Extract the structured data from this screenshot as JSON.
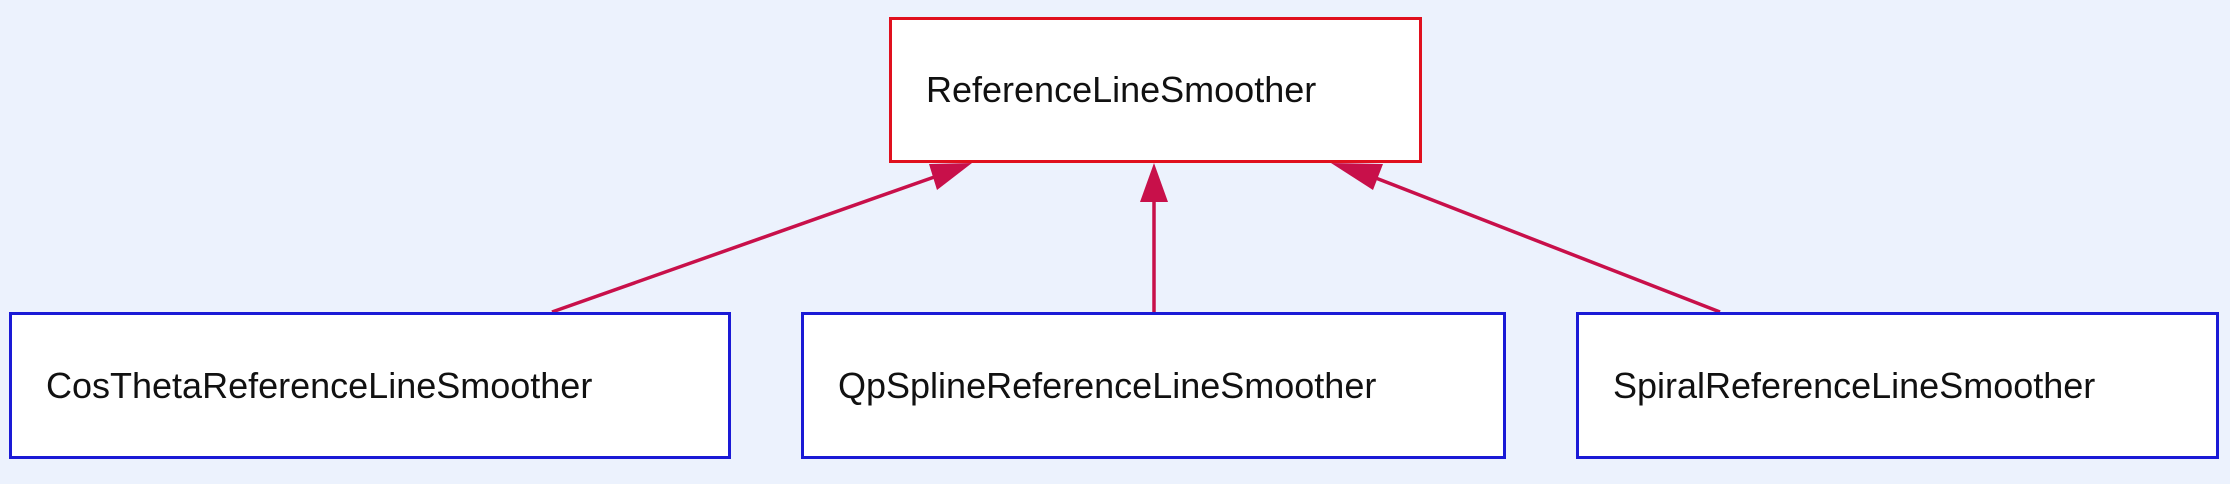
{
  "diagram": {
    "type": "class-inheritance",
    "colors": {
      "background": "#ecf2fd",
      "parent_border": "#e0101e",
      "child_border": "#1a1ad6",
      "edge": "#c8104a"
    },
    "parent": {
      "label": "ReferenceLineSmoother"
    },
    "children": [
      {
        "label": "CosThetaReferenceLineSmoother"
      },
      {
        "label": "QpSplineReferenceLineSmoother"
      },
      {
        "label": "SpiralReferenceLineSmoother"
      }
    ],
    "edges": [
      {
        "from": "CosThetaReferenceLineSmoother",
        "to": "ReferenceLineSmoother",
        "relation": "inherits"
      },
      {
        "from": "QpSplineReferenceLineSmoother",
        "to": "ReferenceLineSmoother",
        "relation": "inherits"
      },
      {
        "from": "SpiralReferenceLineSmoother",
        "to": "ReferenceLineSmoother",
        "relation": "inherits"
      }
    ]
  }
}
